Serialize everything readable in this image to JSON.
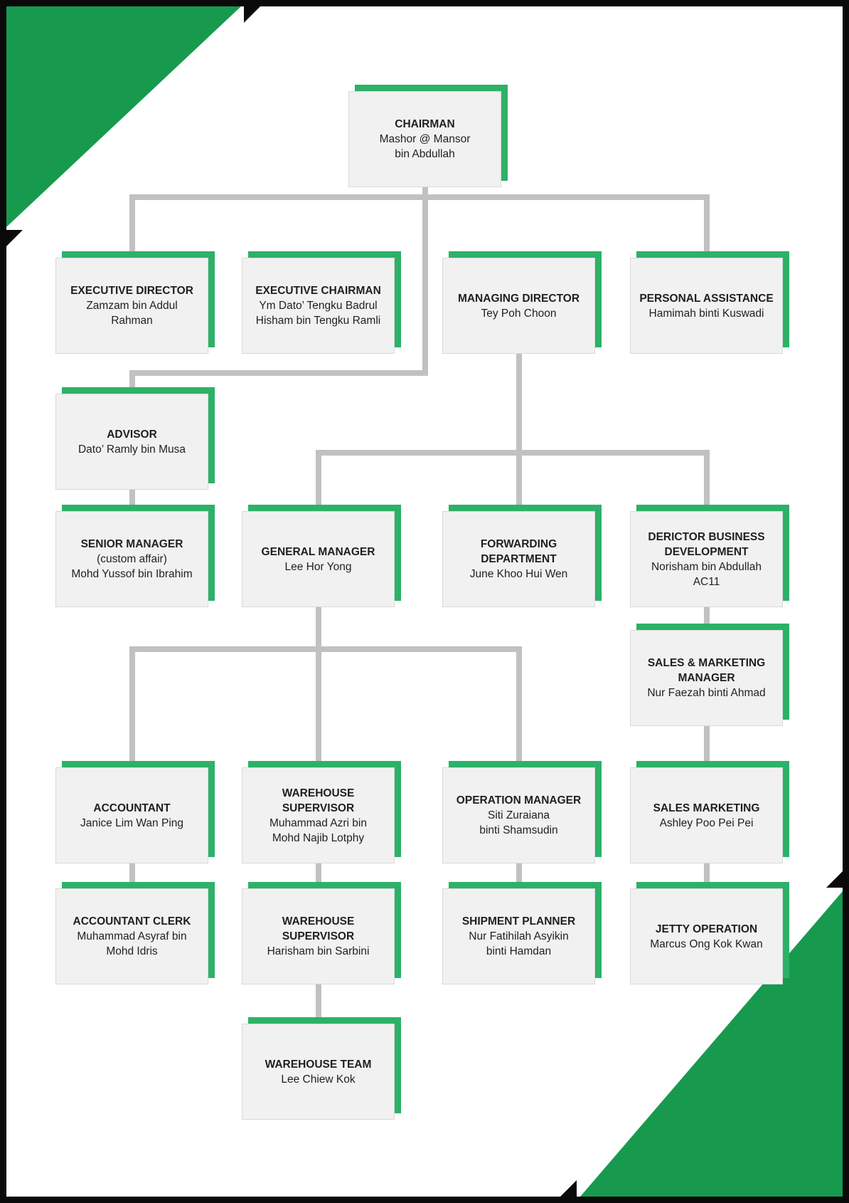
{
  "colors": {
    "frame": "#0a0a0a",
    "triangle_green": "#179a4e",
    "bar_green": "#2db168",
    "box_fill": "#f1f1f2",
    "box_border": "#d9d9d9",
    "connector": "#c1c1c1",
    "ink": "#221e1f"
  },
  "nodes": [
    {
      "id": "chairman",
      "title": "CHAIRMAN",
      "person": "Mashor @ Mansor\nbin Abdullah",
      "reports_to": null
    },
    {
      "id": "executive-director",
      "title": "EXECUTIVE DIRECTOR",
      "person": "Zamzam bin Addul\nRahman",
      "reports_to": "chairman"
    },
    {
      "id": "executive-chairman",
      "title": "EXECUTIVE CHAIRMAN",
      "person": "Ym Dato’ Tengku Badrul\nHisham bin Tengku Ramli",
      "reports_to": "chairman"
    },
    {
      "id": "managing-director",
      "title": "MANAGING DIRECTOR",
      "person": "Tey Poh Choon",
      "reports_to": "chairman"
    },
    {
      "id": "personal-assistance",
      "title": "PERSONAL ASSISTANCE",
      "person": "Hamimah binti Kuswadi",
      "reports_to": "chairman"
    },
    {
      "id": "advisor",
      "title": "ADVISOR",
      "person": "Dato’ Ramly bin Musa",
      "reports_to": "chairman"
    },
    {
      "id": "senior-manager",
      "title": "SENIOR MANAGER",
      "person": "(custom affair)\nMohd Yussof bin Ibrahim",
      "reports_to": "advisor"
    },
    {
      "id": "general-manager",
      "title": "GENERAL MANAGER",
      "person": "Lee Hor Yong",
      "reports_to": "managing-director"
    },
    {
      "id": "forwarding-department",
      "title": "FORWARDING\nDEPARTMENT",
      "person": "June Khoo Hui Wen",
      "reports_to": "managing-director"
    },
    {
      "id": "derictor-business-development",
      "title": "DERICTOR BUSINESS\nDEVELOPMENT",
      "person": "Norisham bin Abdullah\nAC11",
      "reports_to": "managing-director"
    },
    {
      "id": "sales-marketing-manager",
      "title": "SALES & MARKETING\nMANAGER",
      "person": "Nur Faezah binti Ahmad",
      "reports_to": "derictor-business-development"
    },
    {
      "id": "accountant",
      "title": "ACCOUNTANT",
      "person": "Janice Lim Wan Ping",
      "reports_to": "general-manager"
    },
    {
      "id": "warehouse-supervisor-1",
      "title": "WAREHOUSE SUPERVISOR",
      "person": "Muhammad Azri bin\nMohd Najib Lotphy",
      "reports_to": "general-manager"
    },
    {
      "id": "operation-manager",
      "title": "OPERATION MANAGER",
      "person": "Siti Zuraiana\nbinti Shamsudin",
      "reports_to": "general-manager"
    },
    {
      "id": "sales-marketing",
      "title": "SALES MARKETING",
      "person": "Ashley Poo Pei Pei",
      "reports_to": "sales-marketing-manager"
    },
    {
      "id": "accountant-clerk",
      "title": "ACCOUNTANT CLERK",
      "person": "Muhammad Asyraf bin\nMohd Idris",
      "reports_to": "accountant"
    },
    {
      "id": "warehouse-supervisor-2",
      "title": "WAREHOUSE SUPERVISOR",
      "person": "Harisham bin Sarbini",
      "reports_to": "warehouse-supervisor-1"
    },
    {
      "id": "shipment-planner",
      "title": "SHIPMENT PLANNER",
      "person": "Nur Fatihilah Asyikin\nbinti Hamdan",
      "reports_to": "operation-manager"
    },
    {
      "id": "jetty-operation",
      "title": "JETTY OPERATION",
      "person": "Marcus Ong Kok Kwan",
      "reports_to": "sales-marketing"
    },
    {
      "id": "warehouse-team",
      "title": "WAREHOUSE TEAM",
      "person": "Lee Chiew Kok",
      "reports_to": "warehouse-supervisor-2"
    }
  ]
}
